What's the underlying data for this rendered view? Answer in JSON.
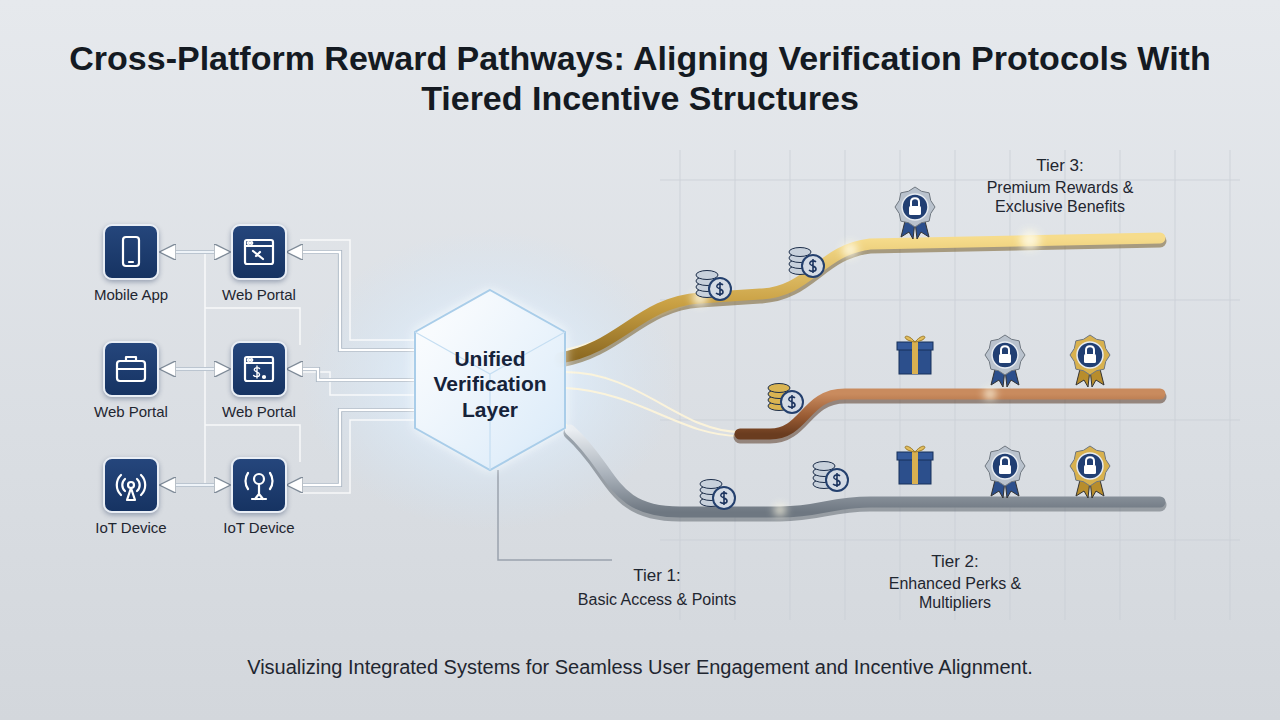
{
  "diagram": {
    "title": "Cross-Platform Reward Pathways: Aligning Verification Protocols With Tiered Incentive Structures",
    "caption": "Visualizing Integrated Systems for Seamless User Engagement and Incentive Alignment.",
    "nodes": [
      {
        "text": [
          "Mobile App"
        ]
      },
      {
        "text": [
          "Web Portal"
        ]
      },
      {
        "text": [
          "Web Portal"
        ]
      },
      {
        "text": [
          "Web Portal"
        ]
      },
      {
        "text": [
          "IoT Device"
        ]
      },
      {
        "text": [
          "IoT Device"
        ]
      },
      {
        "text": [
          "Unified Verification Layer"
        ]
      }
    ],
    "edges": [
      {
        "from": 0,
        "to": 1,
        "arrow": "both"
      },
      {
        "from": 2,
        "to": 3,
        "arrow": "both"
      },
      {
        "from": 4,
        "to": 5,
        "arrow": "both"
      },
      {
        "from": 6,
        "to": 1,
        "arrow": "to"
      },
      {
        "from": 6,
        "to": 3,
        "arrow": "to"
      },
      {
        "from": 6,
        "to": 5,
        "arrow": "to"
      }
    ],
    "labels": [
      "Tier 3:",
      "Premium Rewards & Exclusive Benefits",
      "Tier 2:",
      "Enhanced Perks & Multipliers",
      "Tier 1:",
      "Basic Access & Points"
    ]
  }
}
